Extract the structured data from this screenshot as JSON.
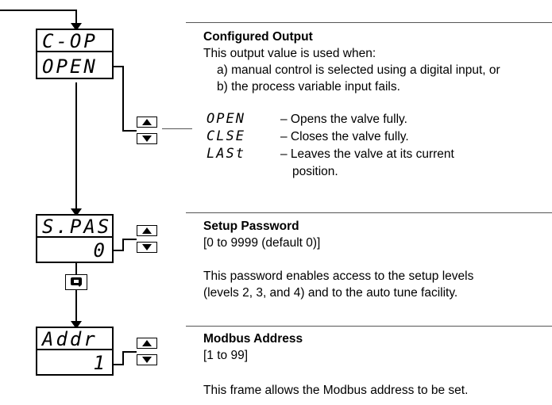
{
  "frames": [
    {
      "top": "C-OP",
      "bottom": "OPEN",
      "title": "Configured Output",
      "intro": "This output value is used when:",
      "conditions": [
        "a) manual control is selected using a  digital input, or",
        "b) the process variable input fails."
      ],
      "options": [
        {
          "code": "OPEN",
          "desc": "– Opens the valve fully."
        },
        {
          "code": "CLSE",
          "desc": "– Closes the valve fully."
        },
        {
          "code": "LASt",
          "desc": "– Leaves the valve at its current"
        },
        {
          "code": "",
          "desc": "position."
        }
      ]
    },
    {
      "top": "S.PAS",
      "bottom": "0",
      "title": "Setup Password",
      "range": "[0 to 9999 (default 0)]",
      "body_1": "This password enables access to the setup levels",
      "body_2": "(levels 2, 3, and 4) and to the auto tune facility."
    },
    {
      "top": "Addr",
      "bottom": "1",
      "title": "Modbus Address",
      "range": "[1 to 99]",
      "body": "This frame allows the Modbus address to be set."
    }
  ],
  "icons": {
    "up_key": "up-arrow-key-icon",
    "down_key": "down-arrow-key-icon",
    "scroll_key": "scroll-key-icon"
  }
}
